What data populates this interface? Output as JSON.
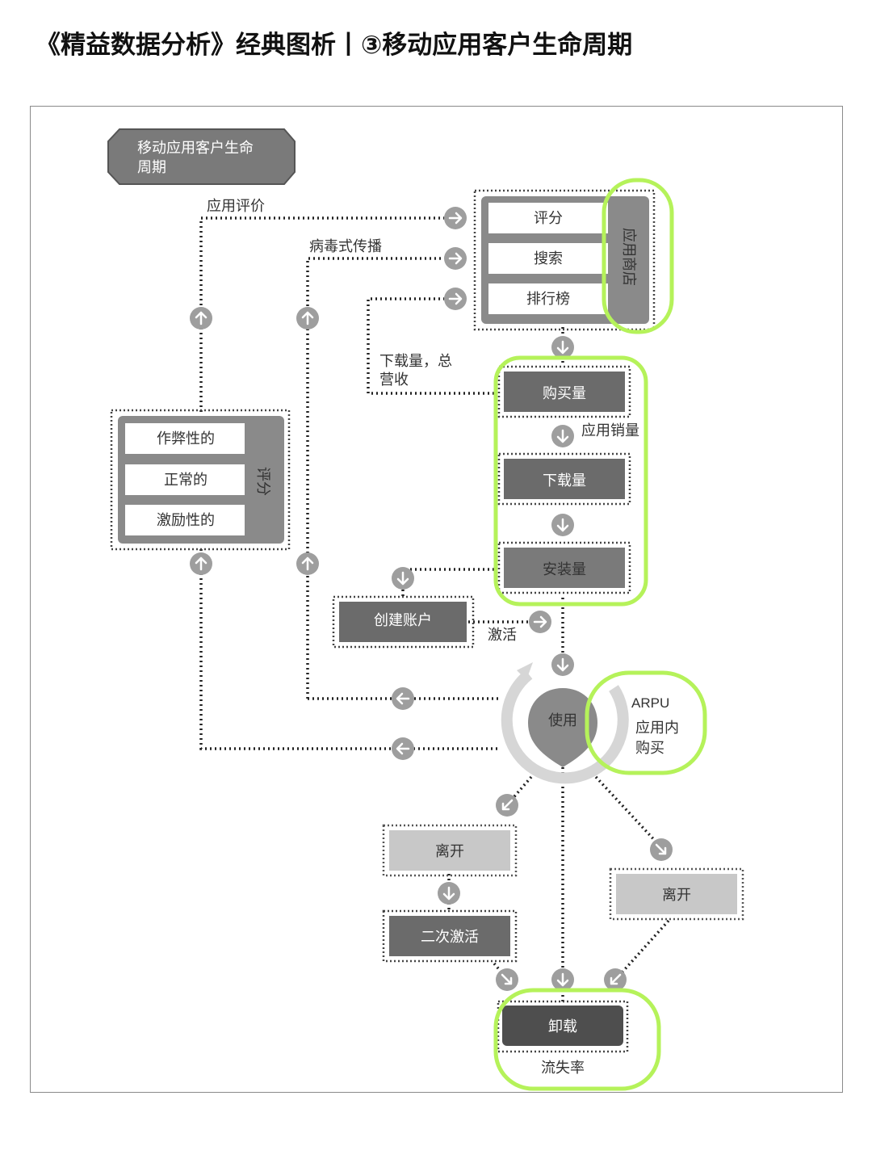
{
  "page_title": "《精益数据分析》经典图析丨③移动应用客户生命周期",
  "diagram": {
    "title_line1": "移动应用客户生命",
    "title_line2": "周期",
    "edge_app_review": "应用评价",
    "edge_viral": "病毒式传播",
    "edge_downloads_revenue_1": "下载量，总",
    "edge_downloads_revenue_2": "营收",
    "store_items": [
      "评分",
      "搜索",
      "排行榜"
    ],
    "store_label": "应用商店",
    "funnel_items": [
      "购买量",
      "下载量",
      "安装量"
    ],
    "app_sales": "应用销量",
    "rating_items": [
      "作弊性的",
      "正常的",
      "激励性的"
    ],
    "rating_label": "评分",
    "create_account": "创建账户",
    "activate": "激活",
    "use": "使用",
    "arpu": "ARPU",
    "in_app_1": "应用内",
    "in_app_2": "购买",
    "leave_left": "离开",
    "reactivate": "二次激活",
    "leave_right": "离开",
    "uninstall": "卸载",
    "churn": "流失率"
  },
  "colors": {
    "dark_box": "#6b6b6b",
    "darker_box": "#4e4e4e",
    "light_box": "#c8c8c8",
    "arrow_circle": "#9e9e9e",
    "highlight": "#b5f25a"
  }
}
